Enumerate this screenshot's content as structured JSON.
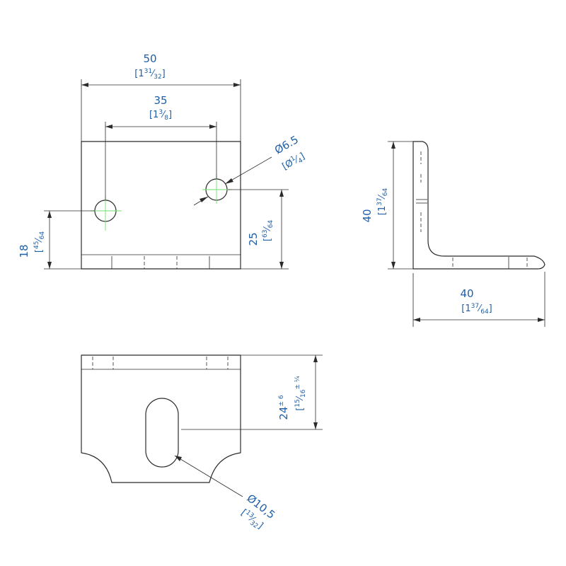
{
  "colors": {
    "dimension_text": "#1f5fa6",
    "centerline": "#6ee06e",
    "outline": "#2b2b2b"
  },
  "front_view": {
    "width": "50",
    "width_inch_whole": "1",
    "width_inch_num": "31",
    "width_inch_den": "32",
    "hole_spacing": "35",
    "hole_spacing_inch_whole": "1",
    "hole_spacing_inch_num": "3",
    "hole_spacing_inch_den": "8",
    "hole_diameter": "Ø6.5",
    "hole_diameter_inch_num": "1",
    "hole_diameter_inch_den": "4",
    "left_hole_height": "18",
    "left_hole_height_inch_num": "45",
    "left_hole_height_inch_den": "64",
    "right_hole_height": "25",
    "right_hole_height_inch_num": "63",
    "right_hole_height_inch_den": "64"
  },
  "side_view": {
    "height": "40",
    "height_inch_whole": "1",
    "height_inch_num": "37",
    "height_inch_den": "64",
    "length": "40",
    "length_inch_whole": "1",
    "length_inch_num": "37",
    "length_inch_den": "64"
  },
  "top_view": {
    "slot_position": "24",
    "slot_position_tol": "± 6",
    "slot_position_inch_num": "15",
    "slot_position_inch_den": "16",
    "slot_position_inch_tol": "± ¼",
    "slot_width": "Ø10,5",
    "slot_width_inch_num": "13",
    "slot_width_inch_den": "32"
  }
}
